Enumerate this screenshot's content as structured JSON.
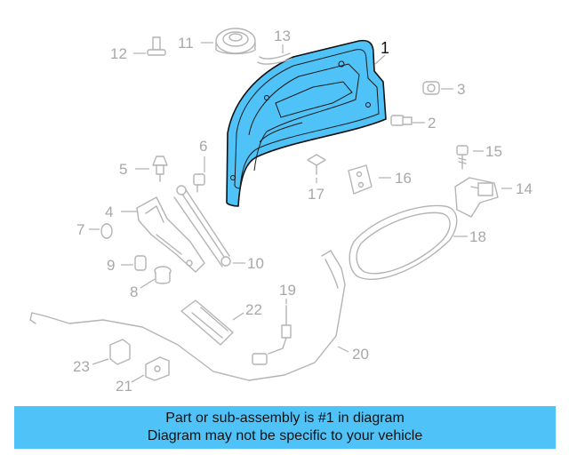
{
  "callouts": [
    {
      "id": "1",
      "label": "1"
    },
    {
      "id": "2",
      "label": "2"
    },
    {
      "id": "3",
      "label": "3"
    },
    {
      "id": "4",
      "label": "4"
    },
    {
      "id": "5",
      "label": "5"
    },
    {
      "id": "6",
      "label": "6"
    },
    {
      "id": "7",
      "label": "7"
    },
    {
      "id": "8",
      "label": "8"
    },
    {
      "id": "9",
      "label": "9"
    },
    {
      "id": "10",
      "label": "10"
    },
    {
      "id": "11",
      "label": "11"
    },
    {
      "id": "12",
      "label": "12"
    },
    {
      "id": "13",
      "label": "13"
    },
    {
      "id": "14",
      "label": "14"
    },
    {
      "id": "15",
      "label": "15"
    },
    {
      "id": "16",
      "label": "16"
    },
    {
      "id": "17",
      "label": "17"
    },
    {
      "id": "18",
      "label": "18"
    },
    {
      "id": "19",
      "label": "19"
    },
    {
      "id": "20",
      "label": "20"
    },
    {
      "id": "21",
      "label": "21"
    },
    {
      "id": "22",
      "label": "22"
    },
    {
      "id": "23",
      "label": "23"
    }
  ],
  "colors": {
    "highlight_part": "#4fc3f7",
    "banner_bg": "#4fc3f7",
    "part_outline": "#b4b4b4"
  },
  "banner": {
    "line1": "Part or sub-assembly is #1 in diagram",
    "line2": "Diagram may not be specific to your vehicle"
  }
}
